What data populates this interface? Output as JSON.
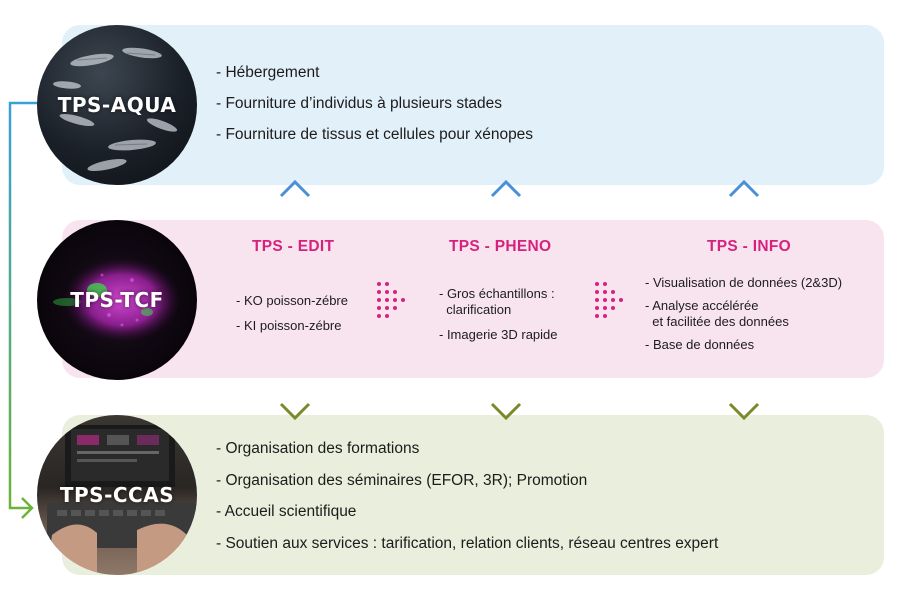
{
  "colors": {
    "aqua_panel": "#e2f0f9",
    "tcf_panel": "#f8e4ef",
    "ccas_panel": "#e9eedd",
    "accent_magenta": "#d6227e",
    "arrow_up_top": "#4a90d9",
    "arrow_down_bottom": "#7a8a2a",
    "connector_top": "#3aa0d8",
    "connector_bottom": "#6bb33a"
  },
  "aqua": {
    "label": "TPS-AQUA",
    "items": [
      "- Hébergement",
      "- Fourniture d’individus à plusieurs stades",
      "- Fourniture de tissus et cellules pour xénopes"
    ]
  },
  "tcf": {
    "label": "TPS-TCF",
    "columns": {
      "edit": {
        "title": "TPS - EDIT",
        "items": [
          "- KO poisson-zébre",
          "- KI poisson-zébre"
        ]
      },
      "pheno": {
        "title": "TPS - PHENO",
        "items": [
          "- Gros échantillons :\n  clarification",
          "- Imagerie 3D rapide"
        ]
      },
      "info": {
        "title": "TPS - INFO",
        "items": [
          "- Visualisation de données (2&3D)",
          "- Analyse accélérée\n  et facilitée des données",
          "- Base de données"
        ]
      }
    }
  },
  "ccas": {
    "label": "TPS-CCAS",
    "items": [
      "- Organisation des formations",
      "- Organisation des séminaires (EFOR, 3R); Promotion",
      "- Accueil scientifique",
      "- Soutien aux services : tarification, relation clients, réseau centres expert"
    ]
  },
  "icons": [
    "arrow-up-icon",
    "arrow-down-icon",
    "chevron-right-dotted-icon",
    "connector-arrow-icon"
  ]
}
